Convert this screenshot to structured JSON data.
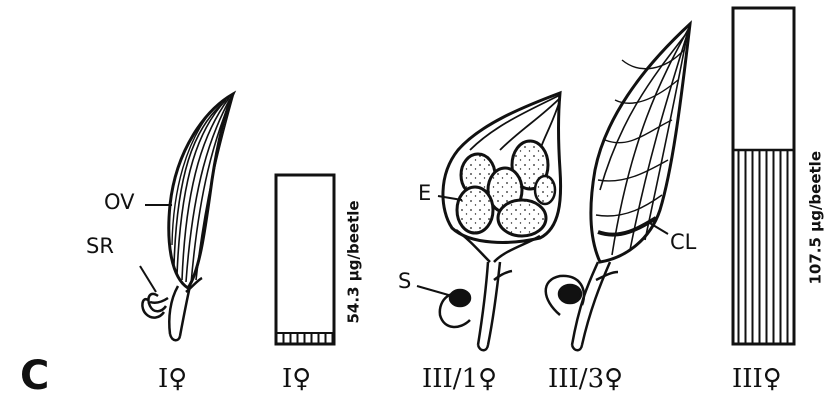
{
  "panel_letter": "C",
  "organ_labels": {
    "ov": "OV",
    "sr": "SR",
    "e": "E",
    "s": "S",
    "cl": "CL"
  },
  "captions": [
    "I♀",
    "I♀",
    "III/1♀",
    "III/3♀",
    "III♀"
  ],
  "bars": [
    {
      "caption": "I♀",
      "value_label": "54.3 µg/beetle",
      "value": 54.3,
      "unit": "µg/beetle"
    },
    {
      "caption": "III♀",
      "value_label": "107.5 µg/beetle",
      "value": 107.5,
      "unit": "µg/beetle"
    }
  ],
  "colors": {
    "ink": "#111111",
    "paper": "#ffffff"
  }
}
